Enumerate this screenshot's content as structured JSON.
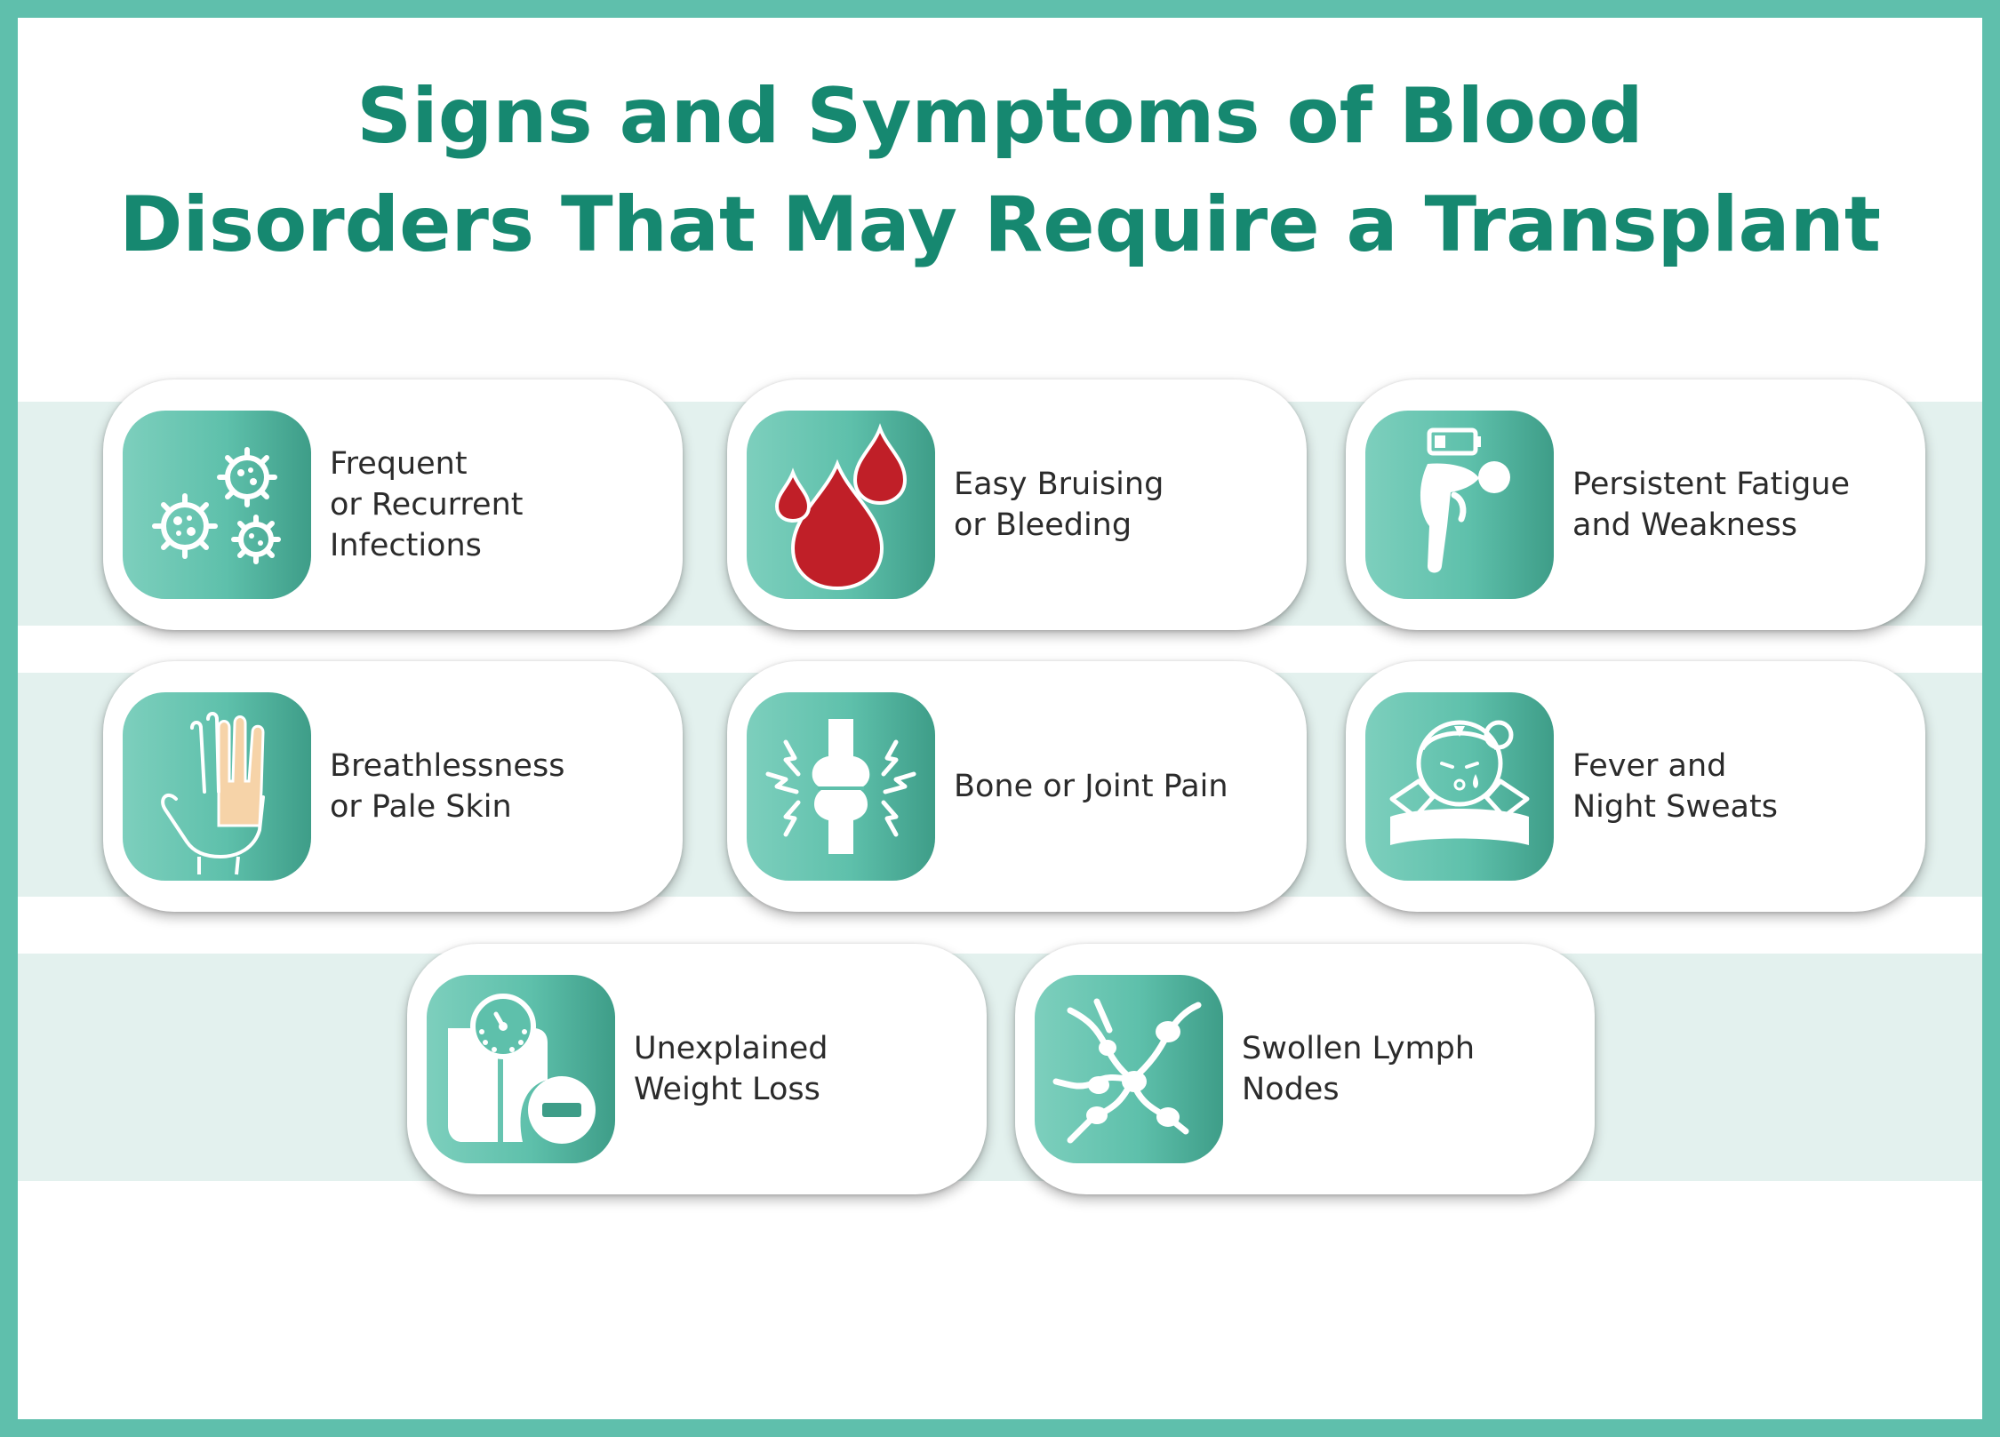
{
  "title": {
    "line1": "Signs and Symptoms of Blood",
    "line2": "Disorders That May Require a Transplant"
  },
  "cards": [
    {
      "icon": "virus-icon",
      "lines": [
        "Frequent",
        "or Recurrent",
        "Infections"
      ]
    },
    {
      "icon": "blood-drops-icon",
      "lines": [
        "Easy Bruising",
        "or Bleeding"
      ]
    },
    {
      "icon": "fatigue-person-icon",
      "lines": [
        "Persistent Fatigue",
        "and Weakness"
      ]
    },
    {
      "icon": "pale-hand-icon",
      "lines": [
        "Breathlessness",
        "or Pale Skin"
      ]
    },
    {
      "icon": "joint-pain-icon",
      "lines": [
        "Bone or Joint Pain"
      ]
    },
    {
      "icon": "fever-person-icon",
      "lines": [
        "Fever and",
        "Night Sweats"
      ]
    },
    {
      "icon": "weight-scale-minus-icon",
      "lines": [
        "Unexplained",
        "Weight Loss"
      ]
    },
    {
      "icon": "lymph-nodes-icon",
      "lines": [
        "Swollen Lymph",
        "Nodes"
      ]
    }
  ],
  "colors": {
    "frame": "#5fbfac",
    "title": "#168870",
    "band": "#e3f1ee",
    "icon_gradient_start": "#7dcfbd",
    "icon_gradient_end": "#3e9d88",
    "blood": "#c01f28",
    "skin": "#f6d3a8"
  }
}
